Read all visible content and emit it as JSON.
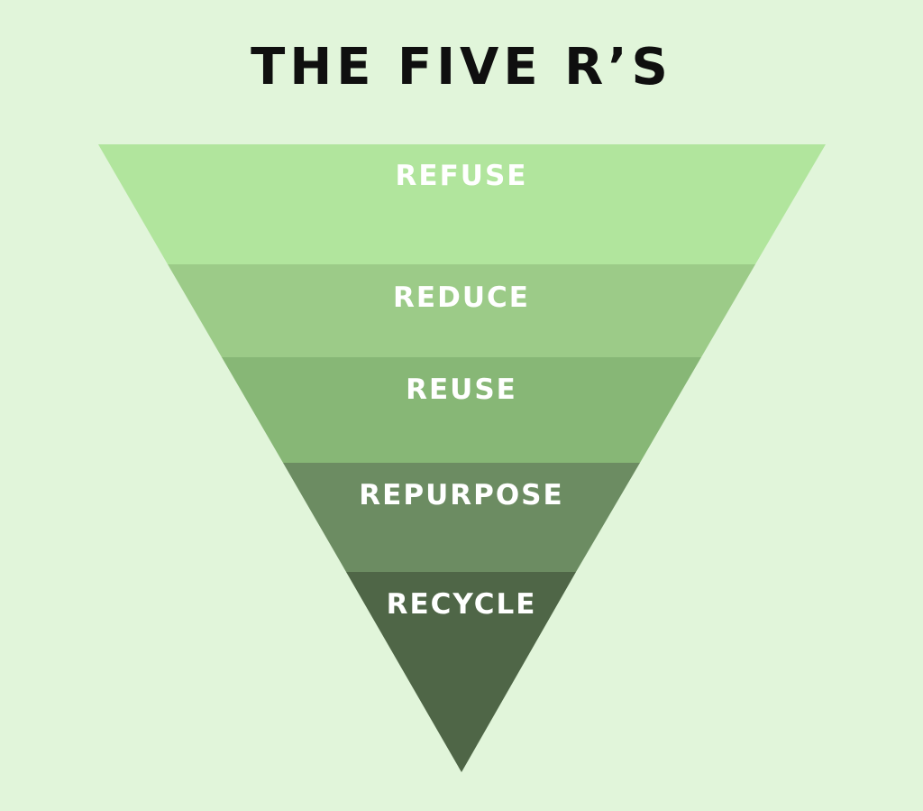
{
  "title": "THE FIVE R’S",
  "tiers": [
    {
      "label": "REFUSE",
      "color": "#b1e59d"
    },
    {
      "label": "REDUCE",
      "color": "#9ccb88"
    },
    {
      "label": "REUSE",
      "color": "#87b776"
    },
    {
      "label": "REPURPOSE",
      "color": "#6c8c62"
    },
    {
      "label": "RECYCLE",
      "color": "#4f6647"
    }
  ],
  "colors": {
    "background": "#e1f5da",
    "title_text": "#0f0f0f",
    "label_text": "#ffffff"
  }
}
